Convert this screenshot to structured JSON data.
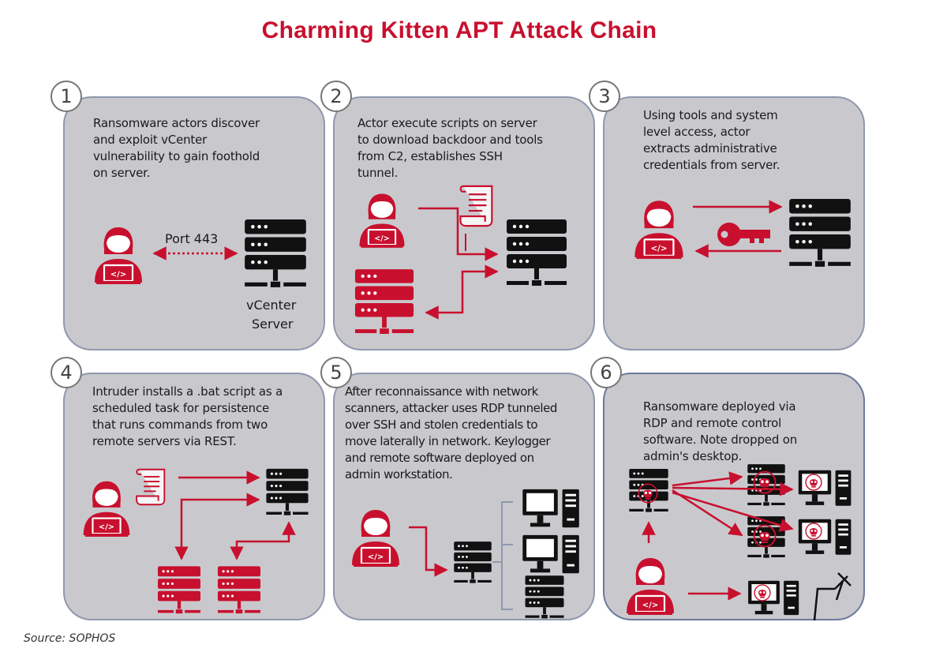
{
  "title": "Charming Kitten APT Attack Chain",
  "source": "Source: SOPHOS",
  "colors": {
    "accent": "#c8102e",
    "panel": "#c9c9cd",
    "panel_border": "#8f98ad",
    "dark": "#111111"
  },
  "steps": [
    {
      "number": "1",
      "lines": [
        "Ransomware actors discover",
        "and exploit vCenter",
        "vulnerability to gain foothold",
        "on server."
      ],
      "port_label": "Port 443",
      "server_label_1": "vCenter",
      "server_label_2": "Server"
    },
    {
      "number": "2",
      "lines": [
        "Actor execute scripts on server",
        "to download backdoor and tools",
        "from C2, establishes SSH",
        "tunnel."
      ]
    },
    {
      "number": "3",
      "lines": [
        "Using tools and system",
        "level access, actor",
        "extracts administrative",
        "credentials from server."
      ]
    },
    {
      "number": "4",
      "lines": [
        "Intruder installs a .bat script as a",
        "scheduled task for persistence",
        "that runs commands from two",
        "remote servers via REST."
      ]
    },
    {
      "number": "5",
      "lines": [
        "After reconnaissance with network",
        "scanners, attacker uses RDP tunneled",
        "over SSH and stolen credentials to",
        "move laterally in network. Keylogger",
        "and remote software deployed on",
        "admin workstation."
      ]
    },
    {
      "number": "6",
      "lines": [
        "Ransomware deployed via",
        "RDP and remote control",
        "software. Note dropped on",
        "admin's desktop."
      ]
    }
  ],
  "icons": [
    "hacker-icon",
    "server-icon",
    "script-icon",
    "key-icon",
    "workstation-icon",
    "skull-icon",
    "pushpin-icon"
  ]
}
